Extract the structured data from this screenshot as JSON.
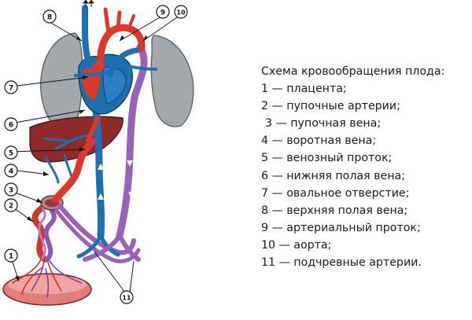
{
  "legend": {
    "title": "Схема кровообращения плода:",
    "items": [
      {
        "num": "1",
        "text": "плацента;"
      },
      {
        "num": "2",
        "text": "пупочные артерии;"
      },
      {
        "num": "3",
        "text": "пупочная вена;"
      },
      {
        "num": "4",
        "text": "воротная вена;"
      },
      {
        "num": "5",
        "text": "венозный проток;"
      },
      {
        "num": "6",
        "text": "нижняя полая вена;"
      },
      {
        "num": "7",
        "text": "овальное отверстие;"
      },
      {
        "num": "8",
        "text": "верхняя полая вена;"
      },
      {
        "num": "9",
        "text": "артериальный проток;"
      },
      {
        "num": "10",
        "text": "аорта;"
      },
      {
        "num": "11",
        "text": "подчревные артерии."
      }
    ],
    "separator": "—"
  },
  "callouts": [
    "1",
    "2",
    "3",
    "4",
    "5",
    "6",
    "7",
    "8",
    "9",
    "10",
    "11"
  ],
  "colors": {
    "arterial": "#d8392b",
    "venous": "#1d6fb0",
    "mixed": "#9a62b6",
    "lung": "#9aa0a6",
    "liver": "#8c2b2b",
    "placenta": "#e58a86"
  }
}
